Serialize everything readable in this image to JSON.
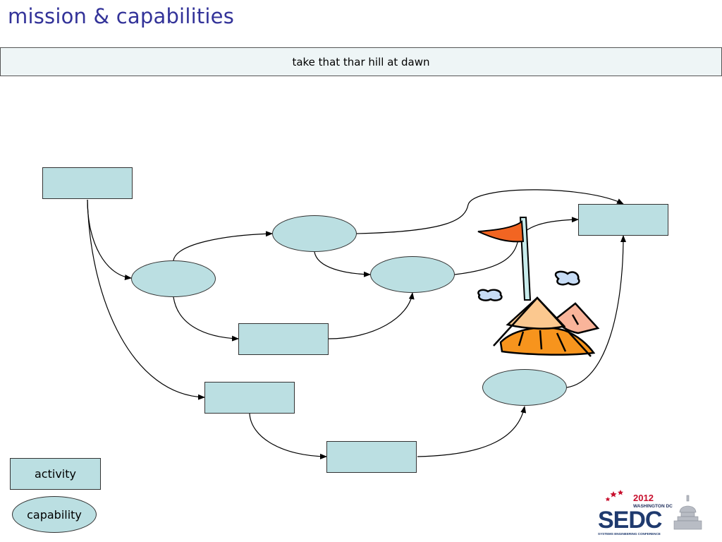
{
  "slide": {
    "title": "mission & capabilities",
    "mission": "take that thar hill at dawn"
  },
  "legend": {
    "activity_label": "activity",
    "capability_label": "capability"
  },
  "logo": {
    "year": "2012",
    "location": "WASHINGTON DC",
    "acronym": "SEDC",
    "subtitle": "SYSTEMS ENGINEERING CONFERENCE"
  },
  "colors": {
    "node_fill": "#bbdfe2",
    "title": "#333399",
    "flag": "#f26522",
    "hill": "#f7941d"
  }
}
